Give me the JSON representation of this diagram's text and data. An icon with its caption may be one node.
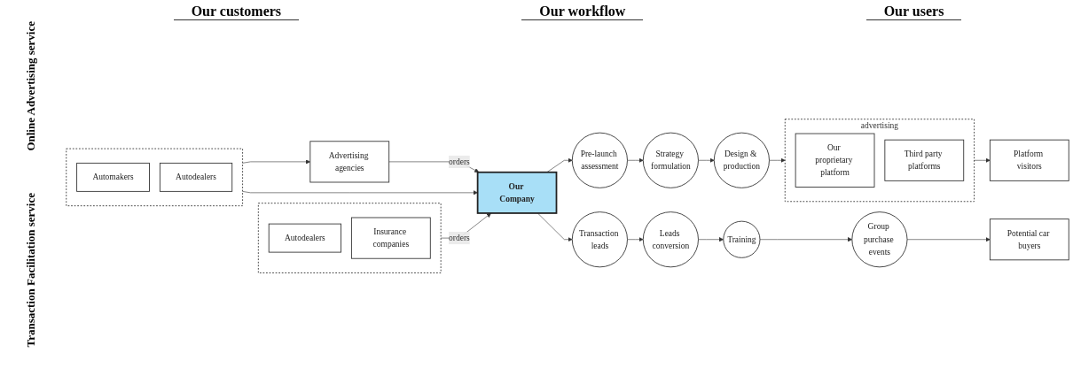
{
  "diagram": {
    "nodes": [
      {
        "text": [],
        "shape": "box"
      },
      {
        "text": [
          "Automakers"
        ],
        "in": 0
      },
      {
        "text": [
          "Autodealers"
        ],
        "in": 0
      },
      {
        "text": [
          "Advertising agencies"
        ]
      },
      {
        "text": [
          "Our Company"
        ]
      },
      {
        "text": [
          "Pre-launch assessment"
        ]
      },
      {
        "text": [
          "Strategy formulation"
        ]
      },
      {
        "text": [
          "Design & production"
        ]
      },
      {
        "text": [
          "advertising"
        ]
      },
      {
        "text": [
          "Our proprietary platform"
        ],
        "in": 8
      },
      {
        "text": [
          "Third party platforms"
        ],
        "in": 8
      },
      {
        "text": [
          "Platform visitors"
        ]
      },
      {
        "text": [],
        "shape": "box"
      },
      {
        "text": [
          "Autodealers"
        ],
        "in": 12
      },
      {
        "text": [
          "Insurance companies"
        ],
        "in": 12
      },
      {
        "text": [
          "Transaction leads"
        ]
      },
      {
        "text": [
          "Leads conversion"
        ]
      },
      {
        "text": [
          "Training"
        ]
      },
      {
        "text": [
          "Group purchase events"
        ]
      },
      {
        "text": [
          "Potential car buyers"
        ]
      }
    ],
    "edges": [
      {
        "from": 0,
        "to": 3,
        "arrow": "to"
      },
      {
        "from": 3,
        "to": 4,
        "arrow": "to",
        "label": "orders"
      },
      {
        "from": 0,
        "to": 4,
        "arrow": "to"
      },
      {
        "from": 4,
        "to": 5,
        "arrow": "to"
      },
      {
        "from": 5,
        "to": 6,
        "arrow": "to"
      },
      {
        "from": 6,
        "to": 7,
        "arrow": "to"
      },
      {
        "from": 7,
        "to": 8,
        "arrow": "to"
      },
      {
        "from": 8,
        "to": 11,
        "arrow": "to"
      },
      {
        "from": 12,
        "to": 4,
        "arrow": "to",
        "label": "orders"
      },
      {
        "from": 4,
        "to": 15,
        "arrow": "to"
      },
      {
        "from": 15,
        "to": 16,
        "arrow": "to"
      },
      {
        "from": 16,
        "to": 17,
        "arrow": "to"
      },
      {
        "from": 17,
        "to": 18,
        "arrow": "to"
      },
      {
        "from": 18,
        "to": 19,
        "arrow": "to"
      }
    ],
    "labels": [
      "Our customers",
      "Our workflow",
      "Our users",
      "Online Advertising service",
      "Transaction Facilitation service"
    ]
  }
}
